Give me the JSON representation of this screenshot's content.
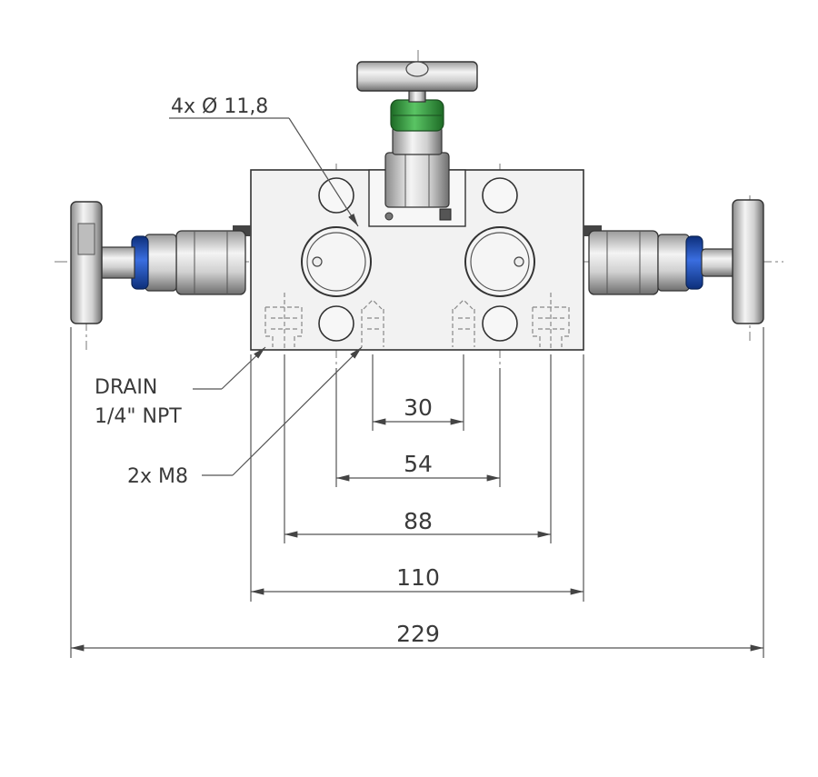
{
  "labels": {
    "holes": "4x Ø 11,8",
    "drain_line1": "DRAIN",
    "drain_line2": "1/4\" NPT",
    "threads": "2x M8"
  },
  "dimensions": {
    "d30": "30",
    "d54": "54",
    "d88": "88",
    "d110": "110",
    "d229": "229"
  },
  "colors": {
    "valve_seal_blue": "#1e4fb8",
    "top_seal_green": "#2f9a3a",
    "steel_light": "#d8d8d8",
    "steel_dark": "#7a7a7a"
  }
}
